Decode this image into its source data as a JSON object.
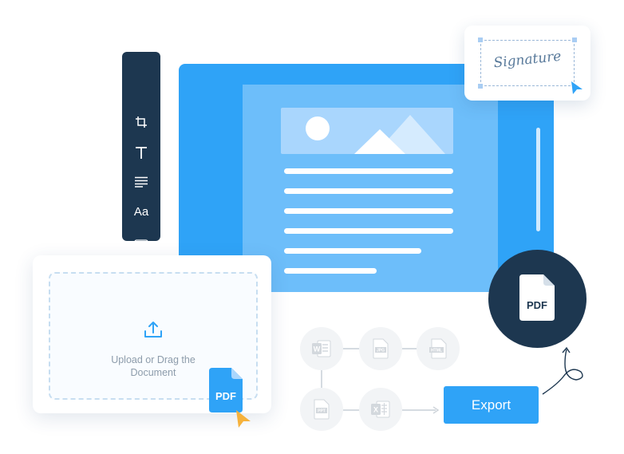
{
  "toolbar": {
    "tools": [
      {
        "icon": "crop-icon"
      },
      {
        "icon": "text-icon"
      },
      {
        "icon": "paragraph-icon"
      },
      {
        "label": "Aa",
        "icon": "font-icon"
      },
      {
        "icon": "compress-icon"
      }
    ]
  },
  "signature": {
    "text": "Signature"
  },
  "upload": {
    "text_line1": "Upload or Drag the",
    "text_line2": "Document"
  },
  "pdf_badge": {
    "small_label": "PDF",
    "big_label": "PDF"
  },
  "formats": [
    {
      "label": "W",
      "icon": "word-file-icon"
    },
    {
      "label": "JPG",
      "icon": "jpg-file-icon"
    },
    {
      "label": "HTML",
      "icon": "html-file-icon"
    },
    {
      "label": "PPT",
      "icon": "ppt-file-icon"
    },
    {
      "label": "X",
      "icon": "excel-file-icon"
    }
  ],
  "export": {
    "label": "Export"
  },
  "colors": {
    "primary": "#2fa3f7",
    "navy": "#1d3750",
    "cursor": "#f6b23c"
  }
}
